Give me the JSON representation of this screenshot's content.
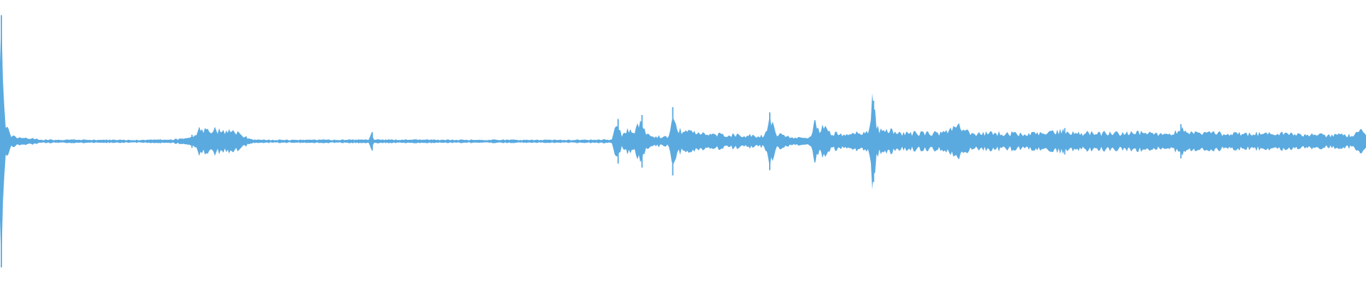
{
  "waveform": {
    "color": "#5aaae0",
    "background": "#ffffff",
    "amplitude_max": 1.0,
    "envelope": [
      [
        0.0,
        0.92
      ],
      [
        0.002,
        0.6
      ],
      [
        0.004,
        0.12
      ],
      [
        0.008,
        0.04
      ],
      [
        0.03,
        0.012
      ],
      [
        0.1,
        0.01
      ],
      [
        0.116,
        0.014
      ],
      [
        0.119,
        0.01
      ],
      [
        0.139,
        0.02
      ],
      [
        0.141,
        0.04
      ],
      [
        0.146,
        0.085
      ],
      [
        0.15,
        0.09
      ],
      [
        0.16,
        0.08
      ],
      [
        0.174,
        0.06
      ],
      [
        0.183,
        0.02
      ],
      [
        0.186,
        0.012
      ],
      [
        0.2,
        0.01
      ],
      [
        0.27,
        0.012
      ],
      [
        0.272,
        0.05
      ],
      [
        0.274,
        0.012
      ],
      [
        0.4,
        0.01
      ],
      [
        0.448,
        0.012
      ],
      [
        0.452,
        0.15
      ],
      [
        0.455,
        0.04
      ],
      [
        0.46,
        0.08
      ],
      [
        0.464,
        0.05
      ],
      [
        0.469,
        0.18
      ],
      [
        0.473,
        0.06
      ],
      [
        0.478,
        0.04
      ],
      [
        0.49,
        0.03
      ],
      [
        0.492,
        0.24
      ],
      [
        0.496,
        0.09
      ],
      [
        0.51,
        0.06
      ],
      [
        0.54,
        0.045
      ],
      [
        0.56,
        0.04
      ],
      [
        0.563,
        0.2
      ],
      [
        0.568,
        0.06
      ],
      [
        0.58,
        0.03
      ],
      [
        0.594,
        0.03
      ],
      [
        0.596,
        0.15
      ],
      [
        0.6,
        0.07
      ],
      [
        0.603,
        0.11
      ],
      [
        0.608,
        0.06
      ],
      [
        0.62,
        0.055
      ],
      [
        0.636,
        0.06
      ],
      [
        0.639,
        0.31
      ],
      [
        0.642,
        0.09
      ],
      [
        0.66,
        0.06
      ],
      [
        0.69,
        0.06
      ],
      [
        0.695,
        0.09
      ],
      [
        0.7,
        0.13
      ],
      [
        0.705,
        0.11
      ],
      [
        0.712,
        0.06
      ],
      [
        0.76,
        0.055
      ],
      [
        0.775,
        0.07
      ],
      [
        0.779,
        0.09
      ],
      [
        0.785,
        0.06
      ],
      [
        0.86,
        0.06
      ],
      [
        0.864,
        0.12
      ],
      [
        0.868,
        0.07
      ],
      [
        0.88,
        0.06
      ],
      [
        0.95,
        0.055
      ],
      [
        0.97,
        0.045
      ],
      [
        0.99,
        0.045
      ],
      [
        0.996,
        0.08
      ],
      [
        1.0,
        0.06
      ]
    ],
    "spikes": [
      [
        0.001,
        0.96
      ],
      [
        0.1405,
        0.05
      ],
      [
        0.2725,
        0.07
      ],
      [
        0.4525,
        0.17
      ],
      [
        0.47,
        0.2
      ],
      [
        0.4925,
        0.26
      ],
      [
        0.5635,
        0.22
      ],
      [
        0.5965,
        0.16
      ],
      [
        0.6395,
        0.31
      ],
      [
        0.6985,
        0.1
      ],
      [
        0.7795,
        0.1
      ],
      [
        0.8645,
        0.13
      ],
      [
        0.9965,
        0.09
      ]
    ]
  }
}
